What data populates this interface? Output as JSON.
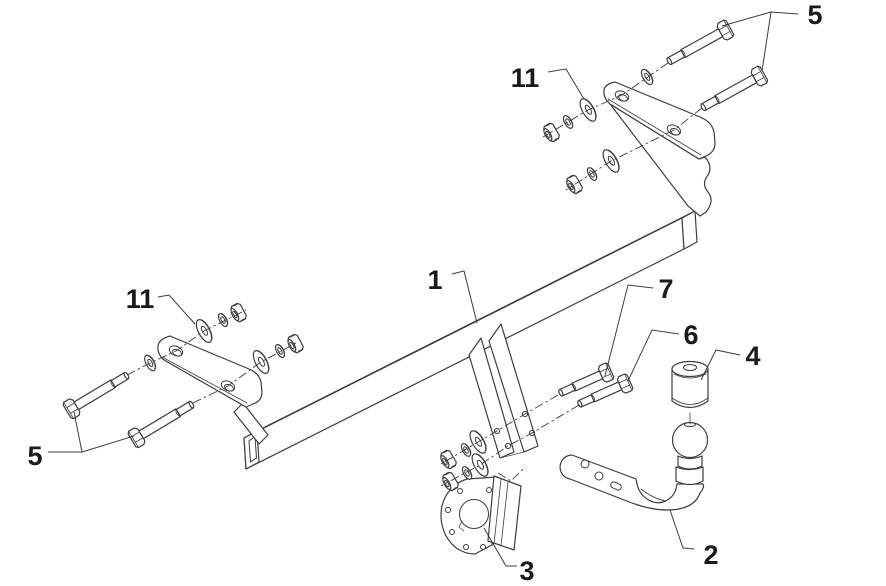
{
  "figure": {
    "type": "exploded-parts-diagram",
    "colors": {
      "background": "#ffffff",
      "line": "#3d3d3d",
      "label": "#1a1a1a"
    }
  },
  "callouts": [
    {
      "label": "5",
      "target": "mounting-bolts-right"
    },
    {
      "label": "11",
      "target": "washer-nut-sets-right"
    },
    {
      "label": "1",
      "target": "crossbar"
    },
    {
      "label": "7",
      "target": "upper-fixing-bolt"
    },
    {
      "label": "6",
      "target": "lower-fixing-bolt"
    },
    {
      "label": "4",
      "target": "ball-cover-cap"
    },
    {
      "label": "11",
      "target": "washer-nut-sets-left"
    },
    {
      "label": "5",
      "target": "mounting-bolts-left"
    },
    {
      "label": "3",
      "target": "socket-mounting-plate"
    },
    {
      "label": "2",
      "target": "swan-neck-towball"
    }
  ]
}
